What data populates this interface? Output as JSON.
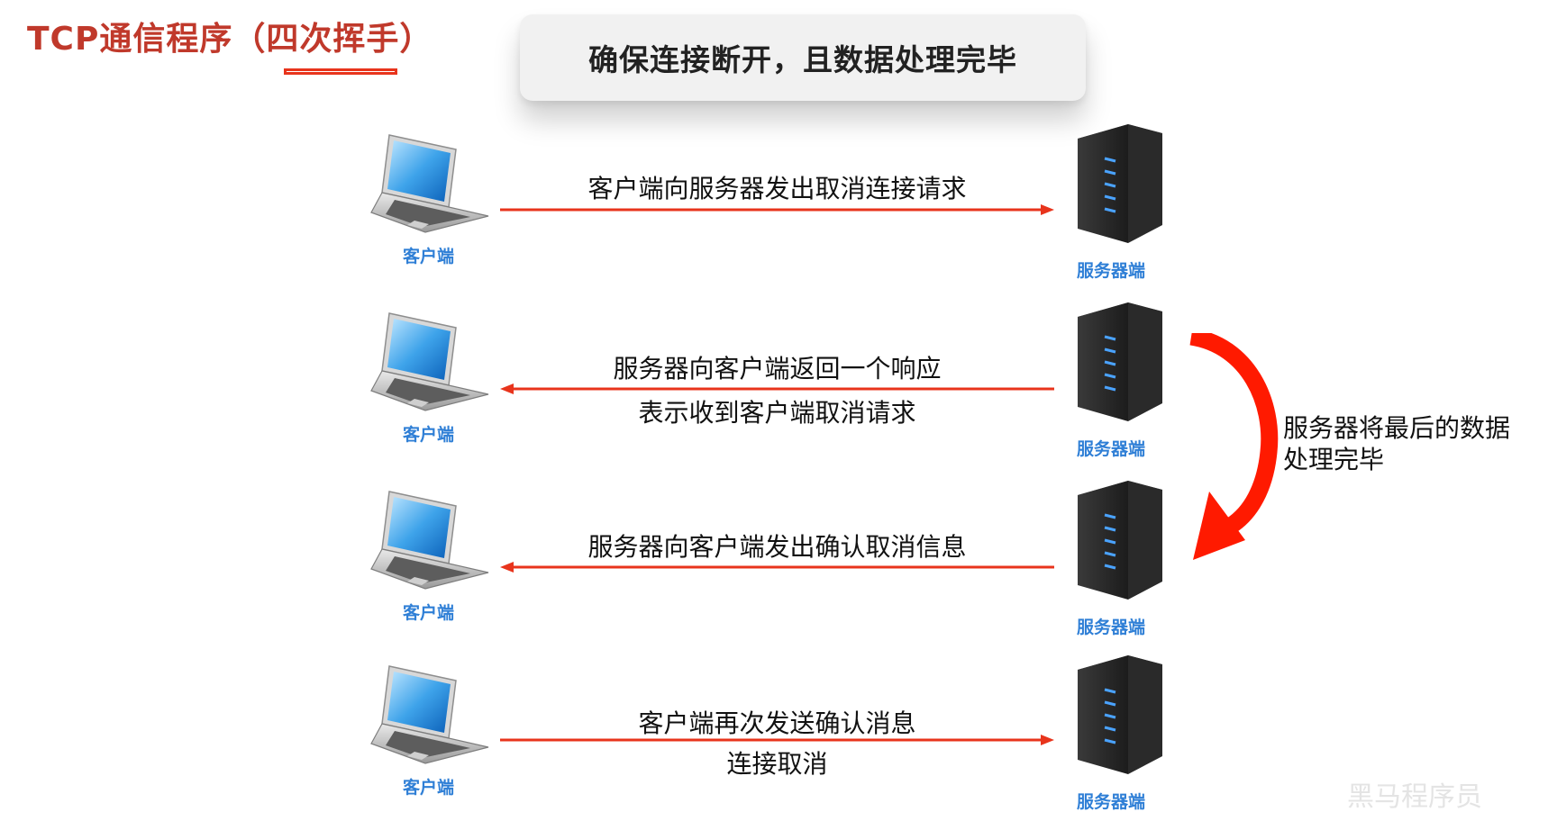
{
  "title": "TCP通信程序（四次挥手）",
  "subtitle": "确保连接断开，且数据处理完毕",
  "client_label": "客户端",
  "server_label": "服务器端",
  "steps": [
    {
      "direction": "to-server",
      "line1": "客户端向服务器发出取消连接请求",
      "line2": ""
    },
    {
      "direction": "to-client",
      "line1": "服务器向客户端返回一个响应",
      "line2": "表示收到客户端取消请求"
    },
    {
      "direction": "to-client",
      "line1": "服务器向客户端发出确认取消信息",
      "line2": ""
    },
    {
      "direction": "to-server",
      "line1": "客户端再次发送确认消息",
      "line2": "连接取消"
    }
  ],
  "side_note": {
    "line1": "服务器将最后的数据",
    "line2": "处理完毕"
  },
  "watermark": "黑马程序员",
  "colors": {
    "title": "#c0392b",
    "arrow": "#e8341c",
    "label": "#2f7fd6"
  }
}
